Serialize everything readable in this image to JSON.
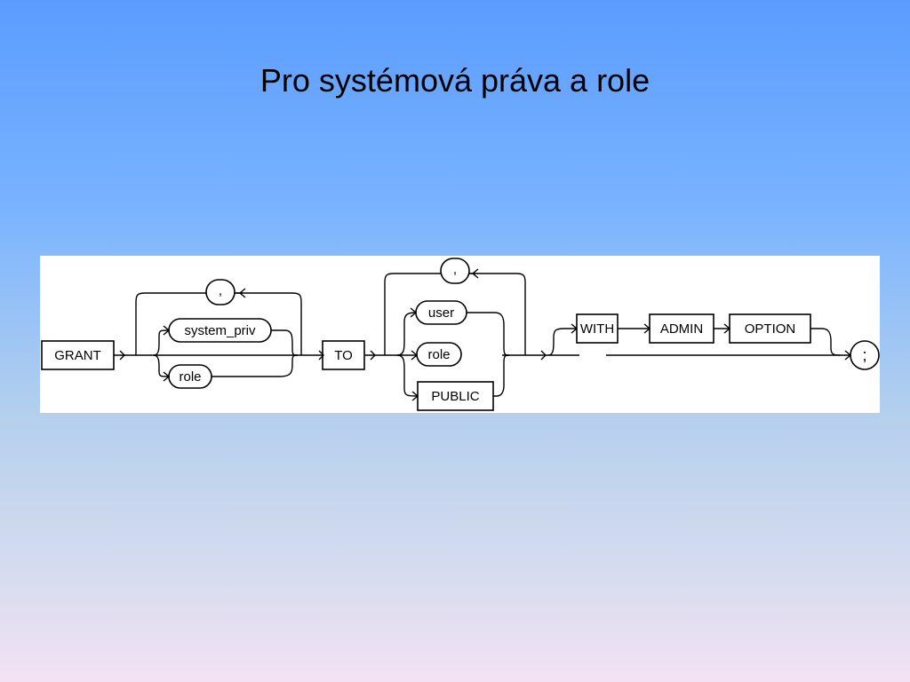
{
  "title": "Pro systémová práva a role",
  "diagram": {
    "grant": "GRANT",
    "system_priv": "system_priv",
    "role_1": "role",
    "comma_1": ",",
    "to": "TO",
    "user": "user",
    "role_2": "role",
    "public": "PUBLIC",
    "comma_2": ",",
    "with": "WITH",
    "admin": "ADMIN",
    "option": "OPTION",
    "semicolon": ";"
  }
}
